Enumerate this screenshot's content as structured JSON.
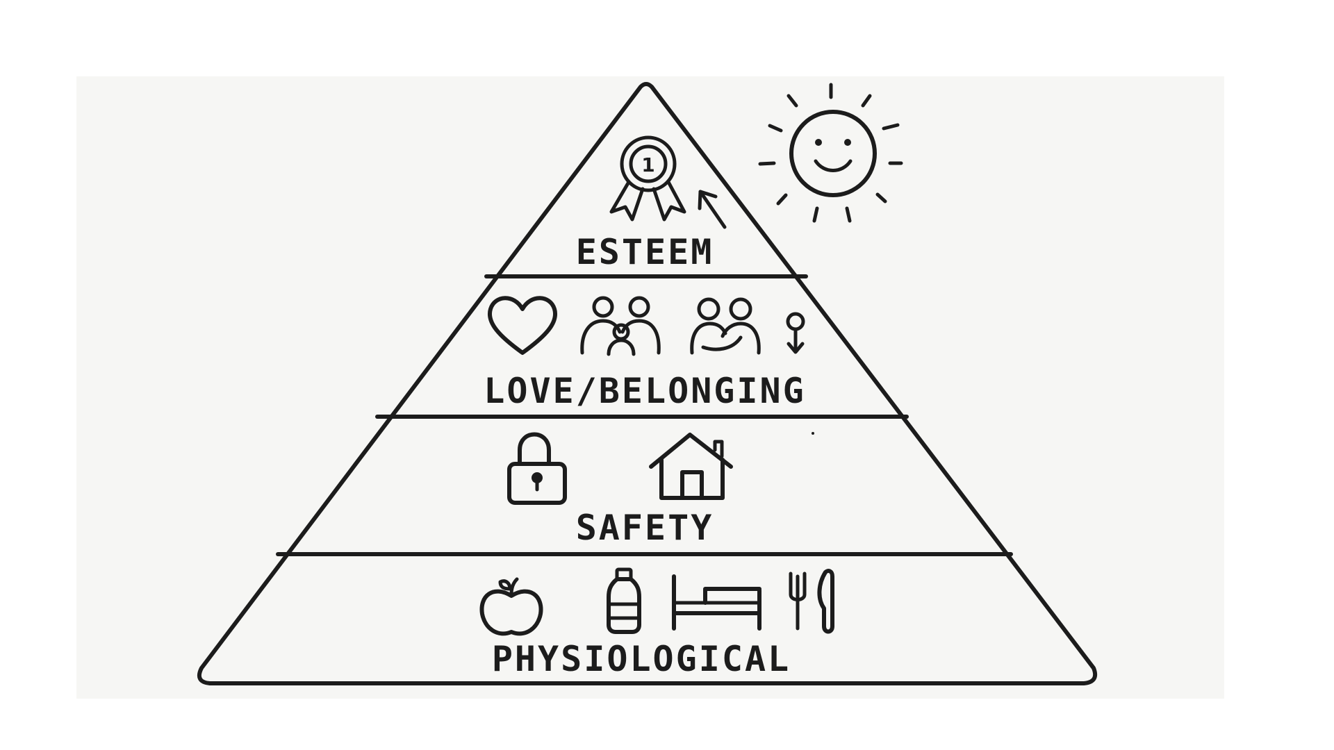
{
  "tiers": [
    {
      "label": "ESTEEM",
      "icons": [
        "medal-icon",
        "arrow-up-icon"
      ],
      "badge_text": "1"
    },
    {
      "label": "LOVE/BELONGING",
      "icons": [
        "heart-icon",
        "family-icon",
        "hug-icon",
        "person-pin-icon"
      ]
    },
    {
      "label": "SAFETY",
      "icons": [
        "lock-icon",
        "house-icon"
      ]
    },
    {
      "label": "PHYSIOLOGICAL",
      "icons": [
        "apple-icon",
        "bottle-icon",
        "bed-icon",
        "fork-knife-icon"
      ]
    }
  ],
  "decorations": [
    "sun-icon"
  ],
  "colors": {
    "ink": "#1c1c1c",
    "background": "#f6f6f4"
  }
}
